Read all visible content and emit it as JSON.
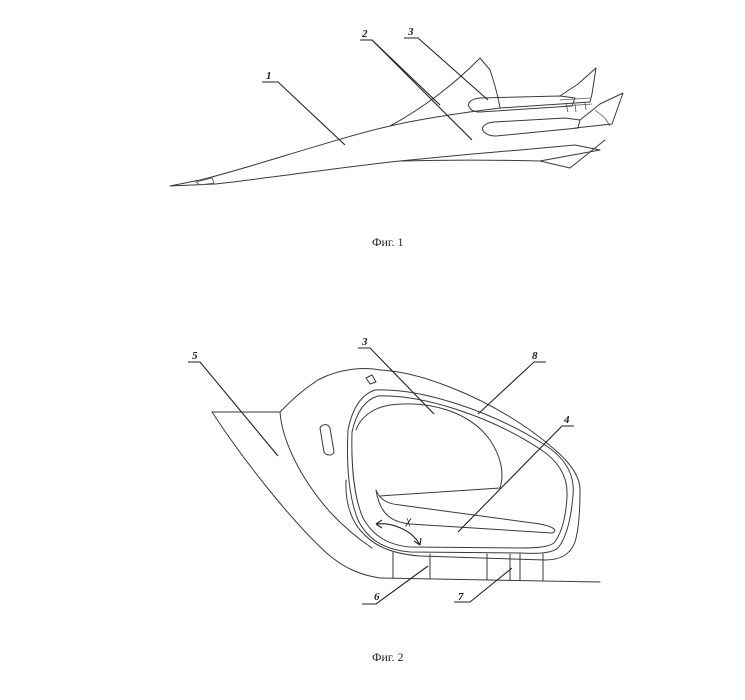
{
  "figures": [
    {
      "caption": "Фиг. 1",
      "callouts": [
        "1",
        "2",
        "3"
      ]
    },
    {
      "caption": "Фиг. 2",
      "callouts": [
        "5",
        "3",
        "8",
        "4",
        "6",
        "7"
      ],
      "angle_symbol": "χ"
    }
  ]
}
